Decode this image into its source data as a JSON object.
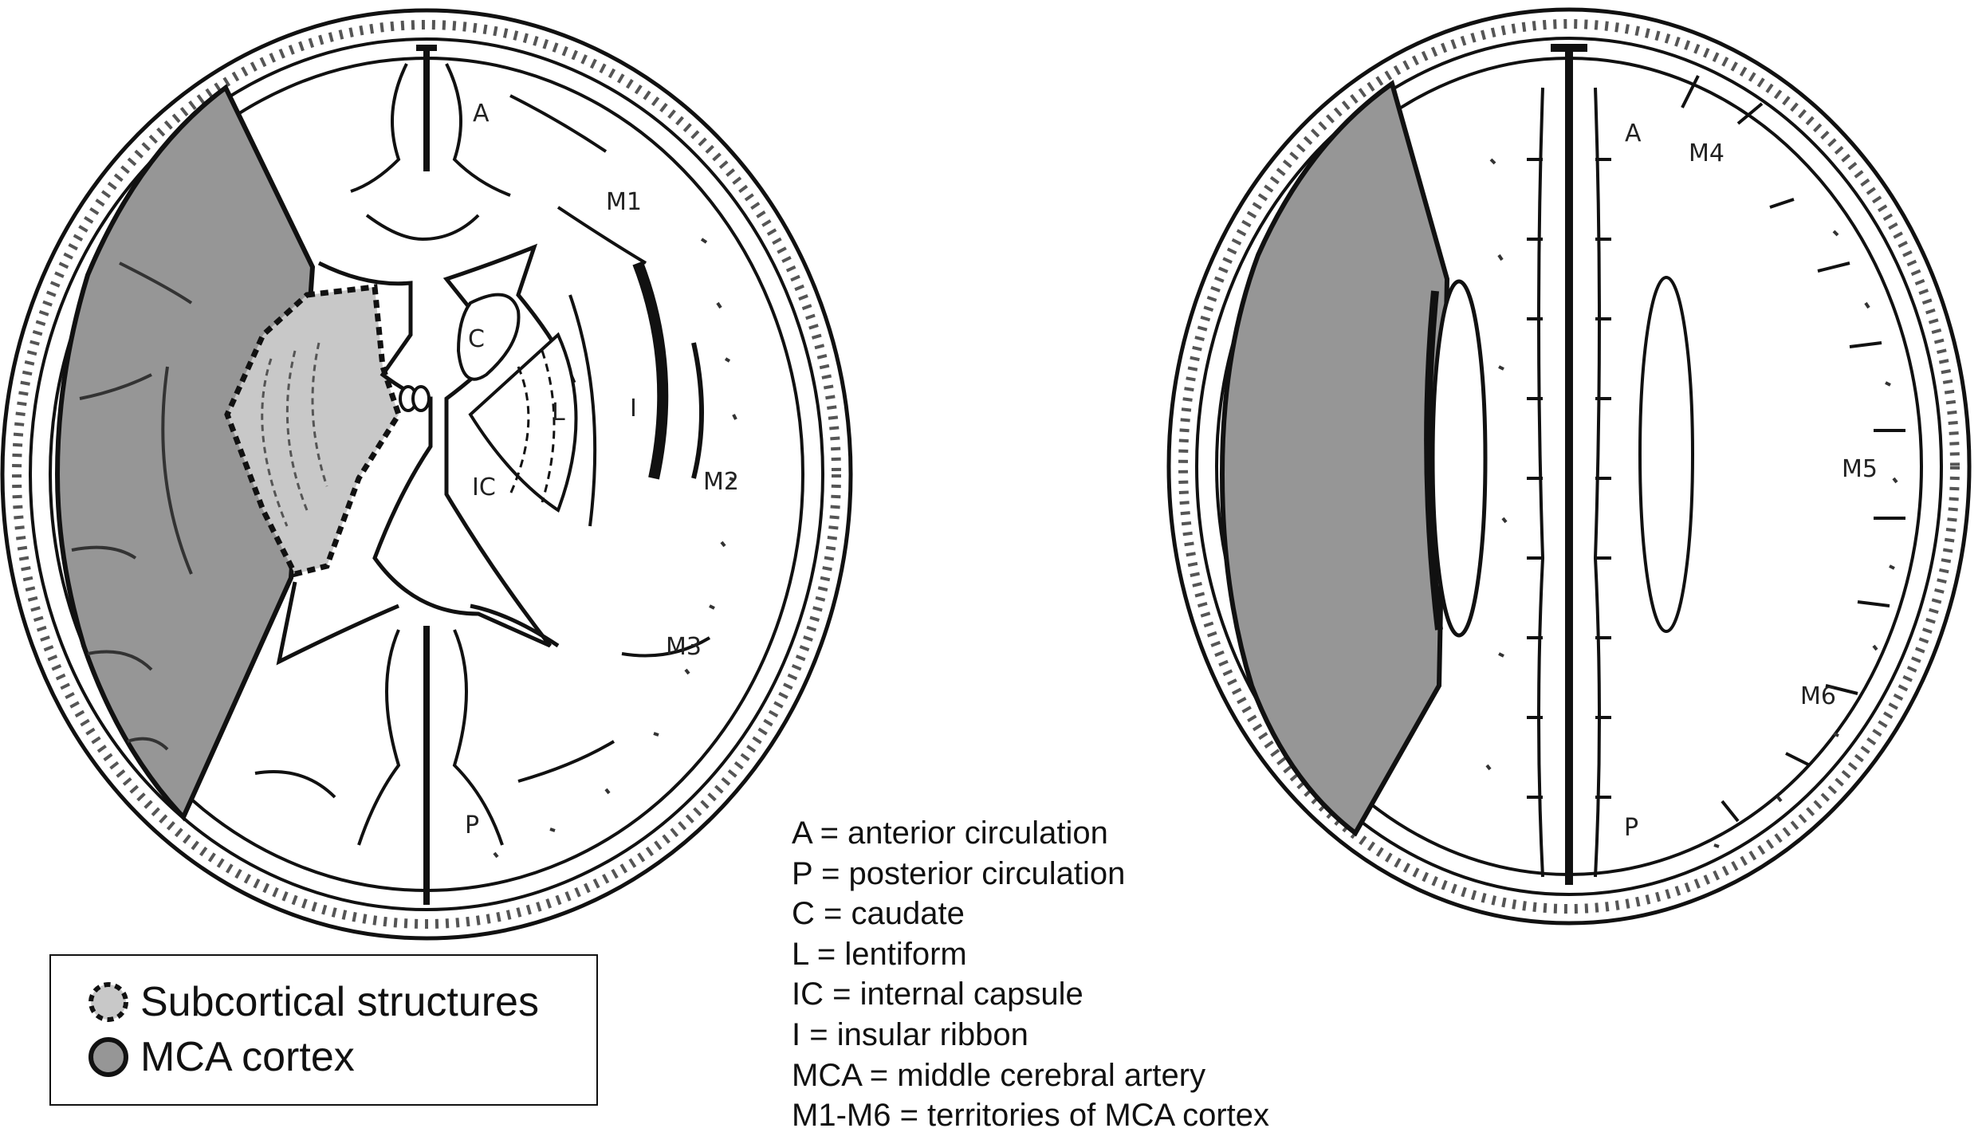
{
  "legend": {
    "items": [
      {
        "label": "Subcortical structures",
        "symbol": "dashed-light-gray-circle",
        "color": "#c8c8c8"
      },
      {
        "label": "MCA cortex",
        "symbol": "solid-gray-circle",
        "color": "#969696"
      }
    ]
  },
  "key": [
    "A = anterior circulation",
    "P = posterior circulation",
    "C = caudate",
    "L = lentiform",
    "IC = internal capsule",
    "I = insular ribbon",
    "MCA = middle cerebral artery",
    "M1-M6 = territories of MCA cortex"
  ],
  "left_slice": {
    "labels": [
      "A",
      "M1",
      "C",
      "L",
      "I",
      "IC",
      "M2",
      "M3",
      "P"
    ],
    "shaded_region": "MCA cortex",
    "dashed_region": "Subcortical structures"
  },
  "right_slice": {
    "labels": [
      "A",
      "M4",
      "M5",
      "M6",
      "P"
    ],
    "shaded_region": "MCA cortex"
  },
  "colors": {
    "mca_cortex": "#969696",
    "subcortical": "#c8c8c8",
    "outline": "#111111",
    "background": "#ffffff"
  }
}
